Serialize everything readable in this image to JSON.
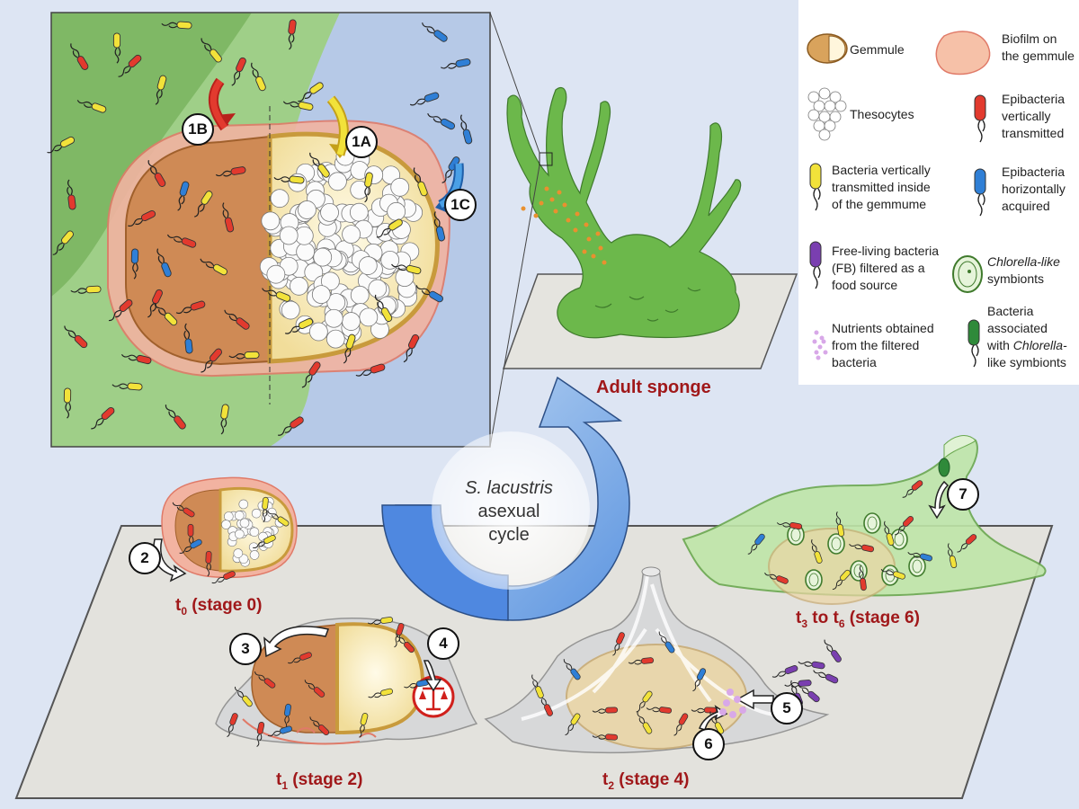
{
  "markers": {
    "m1A": "1A",
    "m1B": "1B",
    "m1C": "1C",
    "m2": "2",
    "m3": "3",
    "m4": "4",
    "m5": "5",
    "m6": "6",
    "m7": "7"
  },
  "stages": {
    "t0": {
      "t": "t",
      "sub": "0",
      "rest": " (stage 0)"
    },
    "t1": {
      "t": "t",
      "sub": "1",
      "rest": " (stage 2)"
    },
    "t2": {
      "t": "t",
      "sub": "2",
      "rest": " (stage 4)"
    },
    "t3": {
      "t": "t",
      "sub": "3",
      "rest": " to t",
      "sub2": "6",
      "rest2": " (stage 6)"
    }
  },
  "adult_label": "Adult sponge",
  "cycle": {
    "species": "S. lacustris",
    "line2": "asexual",
    "line3": "cycle"
  },
  "legend": {
    "gemmule": "Gemmule",
    "biofilm": [
      "Biofilm on",
      "the gemmule"
    ],
    "thesocytes": "Thesocytes",
    "epi_vertical": [
      "Epibacteria",
      "vertically",
      "transmitted"
    ],
    "bact_inside": [
      "Bacteria vertically",
      "transmitted inside",
      "of the gemmume"
    ],
    "epi_horizontal": [
      "Epibacteria",
      "horizontally",
      "acquired"
    ],
    "free_living": [
      "Free-living bacteria",
      "(FB) filtered as a",
      "food source"
    ],
    "chlorella": {
      "italic": "Chlorella-like",
      "rest": "symbionts"
    },
    "nutrients": [
      "Nutrients obtained",
      "from the filtered",
      "bacteria"
    ],
    "assoc": {
      "l1": "Bacteria",
      "l2": "associated",
      "l3pre": "with ",
      "l3it": "Chlorella-",
      "l4": "like symbionts"
    }
  },
  "colors": {
    "stage_label": "#a0181a",
    "bacteria_red": "#e23a2e",
    "bacteria_yellow": "#f2e23a",
    "bacteria_blue": "#2f7fd6",
    "bacteria_purple": "#7a3fb0",
    "sponge_green": "#6bbf4a",
    "gemmule_tan": "#d9a35c"
  }
}
